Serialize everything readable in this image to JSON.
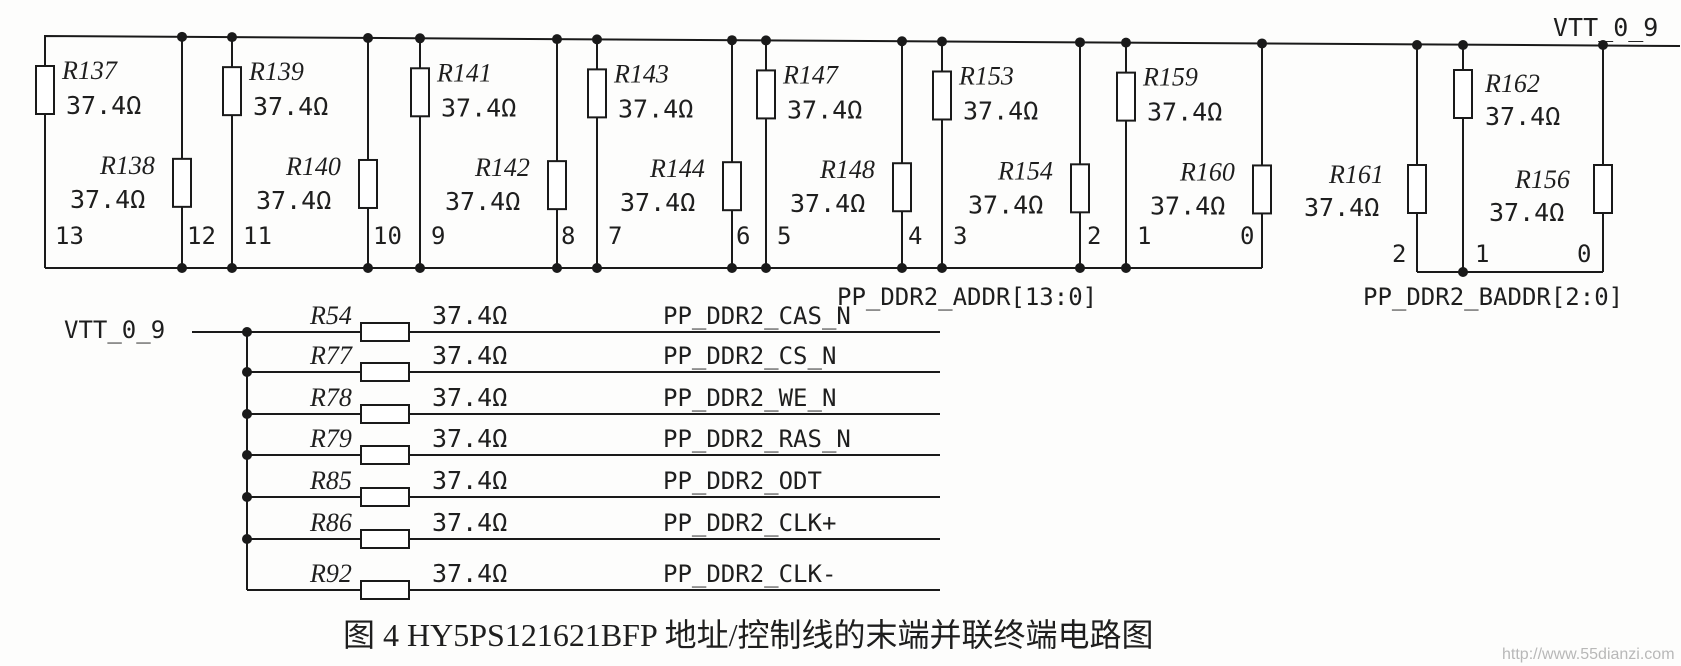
{
  "rail_label": "VTT_0_9",
  "pairs": [
    {
      "top_name": "R137",
      "top_value": "37.4Ω",
      "bot_name": "R138",
      "bot_value": "37.4Ω",
      "left_bit": "13",
      "right_bit": "12"
    },
    {
      "top_name": "R139",
      "top_value": "37.4Ω",
      "bot_name": "R140",
      "bot_value": "37.4Ω",
      "left_bit": "11",
      "right_bit": "10"
    },
    {
      "top_name": "R141",
      "top_value": "37.4Ω",
      "bot_name": "R142",
      "bot_value": "37.4Ω",
      "left_bit": "9",
      "right_bit": "8"
    },
    {
      "top_name": "R143",
      "top_value": "37.4Ω",
      "bot_name": "R144",
      "bot_value": "37.4Ω",
      "left_bit": "7",
      "right_bit": "6"
    },
    {
      "top_name": "R147",
      "top_value": "37.4Ω",
      "bot_name": "R148",
      "bot_value": "37.4Ω",
      "left_bit": "5",
      "right_bit": "4"
    },
    {
      "top_name": "R153",
      "top_value": "37.4Ω",
      "bot_name": "R154",
      "bot_value": "37.4Ω",
      "left_bit": "3",
      "right_bit": "2"
    },
    {
      "top_name": "R159",
      "top_value": "37.4Ω",
      "bot_name": "R160",
      "bot_value": "37.4Ω",
      "left_bit": "1",
      "right_bit": "0"
    }
  ],
  "addr_bus_label": "PP_DDR2_ADDR[13:0]",
  "baddr": {
    "bits": [
      "2",
      "1",
      "0"
    ],
    "r161_name": "R161",
    "r161_value": "37.4Ω",
    "r162_name": "R162",
    "r162_value": "37.4Ω",
    "r156_name": "R156",
    "r156_value": "37.4Ω"
  },
  "baddr_bus_label": "PP_DDR2_BADDR[2:0]",
  "ctrl": {
    "source_label": "VTT_0_9",
    "rows": [
      {
        "name": "R54",
        "value": "37.4Ω",
        "signal": "PP_DDR2_CAS_N"
      },
      {
        "name": "R77",
        "value": "37.4Ω",
        "signal": "PP_DDR2_CS_N"
      },
      {
        "name": "R78",
        "value": "37.4Ω",
        "signal": "PP_DDR2_WE_N"
      },
      {
        "name": "R79",
        "value": "37.4Ω",
        "signal": "PP_DDR2_RAS_N"
      },
      {
        "name": "R85",
        "value": "37.4Ω",
        "signal": "PP_DDR2_ODT"
      },
      {
        "name": "R86",
        "value": "37.4Ω",
        "signal": "PP_DDR2_CLK+"
      },
      {
        "name": "R92",
        "value": "37.4Ω",
        "signal": "PP_DDR2_CLK-"
      }
    ]
  },
  "caption": "图 4 HY5PS121621BFP 地址/控制线的末端并联终端电路图",
  "watermark": "http://www.55dianzi.com"
}
